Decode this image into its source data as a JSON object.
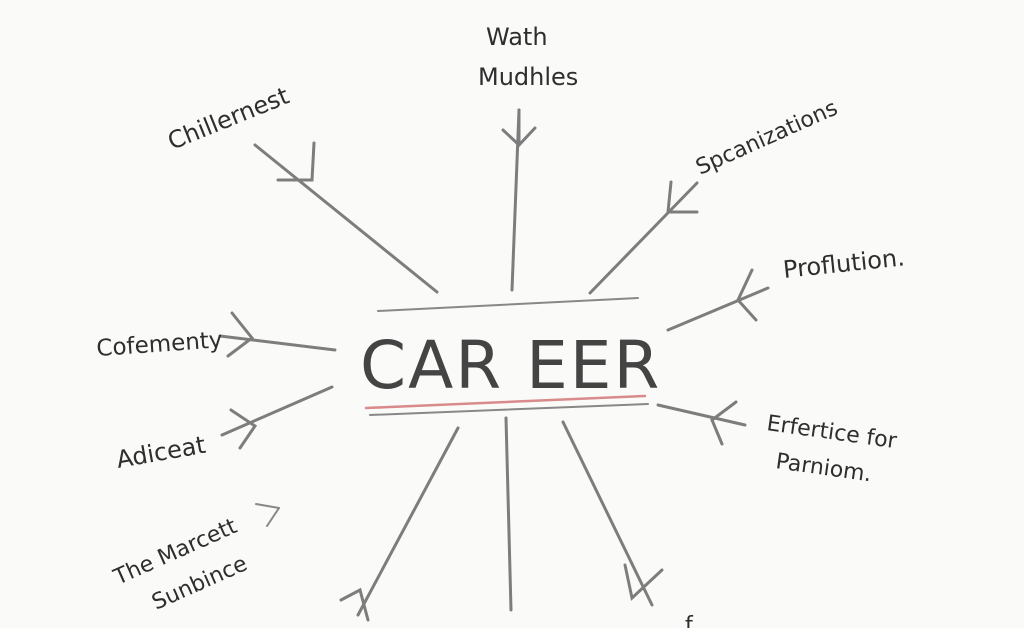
{
  "center": {
    "word": "CAR EER",
    "underline_color": "#d98b8b",
    "line_color": "#555555"
  },
  "branches": {
    "top": {
      "lines": [
        "Wath",
        "Mudhles"
      ]
    },
    "top_left": {
      "lines": [
        "Chillernest"
      ]
    },
    "top_right": {
      "lines": [
        "Spcanizations"
      ]
    },
    "right": {
      "lines": [
        "Proflution."
      ]
    },
    "lower_right": {
      "lines": [
        "Erfertice for",
        "Parniom."
      ]
    },
    "left": {
      "lines": [
        "Cofementy"
      ]
    },
    "lower_left": {
      "lines": [
        "Adiceat"
      ]
    },
    "bottom_left": {
      "lines": [
        "The Marcett",
        "Sunbince"
      ]
    },
    "bottom_right": {
      "lines": [
        "f"
      ]
    }
  },
  "colors": {
    "stroke": "#7d7d7d",
    "text": "#2e2e2e",
    "background": "#fafaf8"
  }
}
